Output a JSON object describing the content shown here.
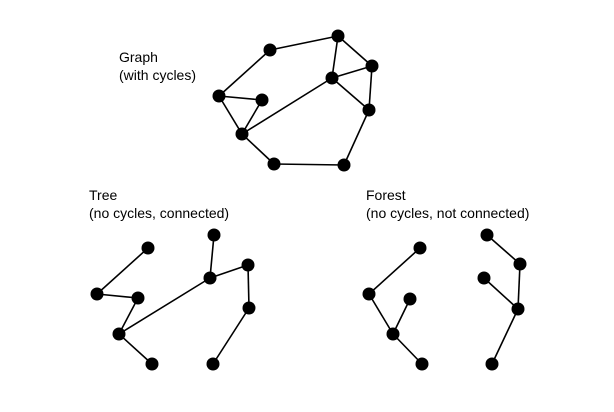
{
  "style": {
    "node_color": "#000000",
    "edge_color": "#000000",
    "background": "#ffffff"
  },
  "graph": {
    "title": "Graph",
    "subtitle": "(with cycles)"
  },
  "tree": {
    "title": "Tree",
    "subtitle": "(no cycles, connected)"
  },
  "forest": {
    "title": "Forest",
    "subtitle": "(no cycles, not connected)"
  }
}
